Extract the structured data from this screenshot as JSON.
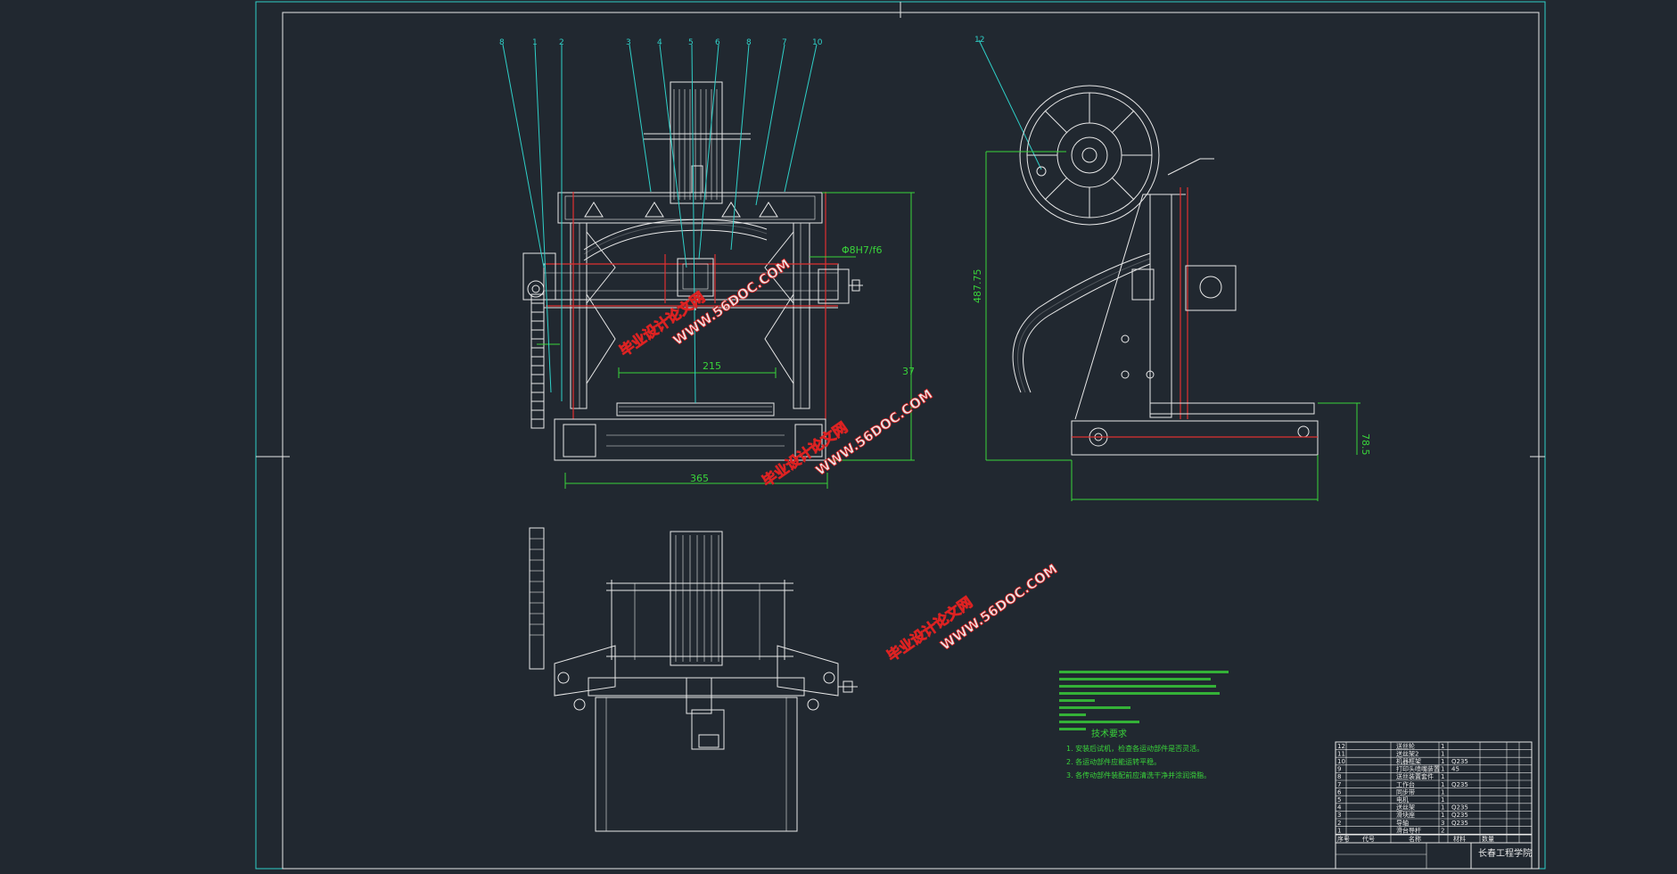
{
  "balloons": [
    "8",
    "1",
    "2",
    "3",
    "4",
    "5",
    "6",
    "8",
    "7",
    "10",
    "12"
  ],
  "dimensions": {
    "d_215": "215",
    "d_365": "365",
    "d_37": "37",
    "d_fit": "Φ8H7/f6",
    "d_side_h": "487.75",
    "d_side_small": "78.5"
  },
  "watermarks": [
    {
      "line1": "毕业设计论文网",
      "line2": "WWW.56DOC.COM"
    },
    {
      "line1": "毕业设计论文网",
      "line2": "WWW.56DOC.COM"
    },
    {
      "line1": "毕业设计论文网",
      "line2": "WWW.56DOC.COM"
    }
  ],
  "tech_notes": {
    "heading": "技术要求",
    "items": [
      "1. 安装后试机，检查各运动部件是否灵活。",
      "2. 各运动部件应能运转平稳。",
      "3. 各传动部件装配前应清洗干净并涂润滑脂。"
    ]
  },
  "title_block": {
    "school": "长春工程学院",
    "rows": [
      {
        "no": "12",
        "name": "送丝轮",
        "qty": "1",
        "mat": ""
      },
      {
        "no": "11",
        "name": "送丝架2",
        "qty": "1",
        "mat": ""
      },
      {
        "no": "10",
        "name": "机器框架",
        "qty": "1",
        "mat": "Q235"
      },
      {
        "no": "9",
        "name": "打印头喷嘴装置",
        "qty": "1",
        "mat": "45"
      },
      {
        "no": "8",
        "name": "送丝装置套件",
        "qty": "1",
        "mat": ""
      },
      {
        "no": "7",
        "name": "工作台",
        "qty": "1",
        "mat": "Q235"
      },
      {
        "no": "6",
        "name": "同步带",
        "qty": "1",
        "mat": ""
      },
      {
        "no": "5",
        "name": "电机",
        "qty": "1",
        "mat": ""
      },
      {
        "no": "4",
        "name": "送丝架",
        "qty": "1",
        "mat": "Q235"
      },
      {
        "no": "3",
        "name": "滑块座",
        "qty": "1",
        "mat": "Q235"
      },
      {
        "no": "2",
        "name": "导轴",
        "qty": "3",
        "mat": "Q235"
      },
      {
        "no": "1",
        "name": "滑台导杆",
        "qty": "2",
        "mat": ""
      }
    ],
    "header": {
      "no": "序号",
      "code": "代号",
      "name": "名称",
      "qty": "数量",
      "mat": "材料"
    }
  }
}
